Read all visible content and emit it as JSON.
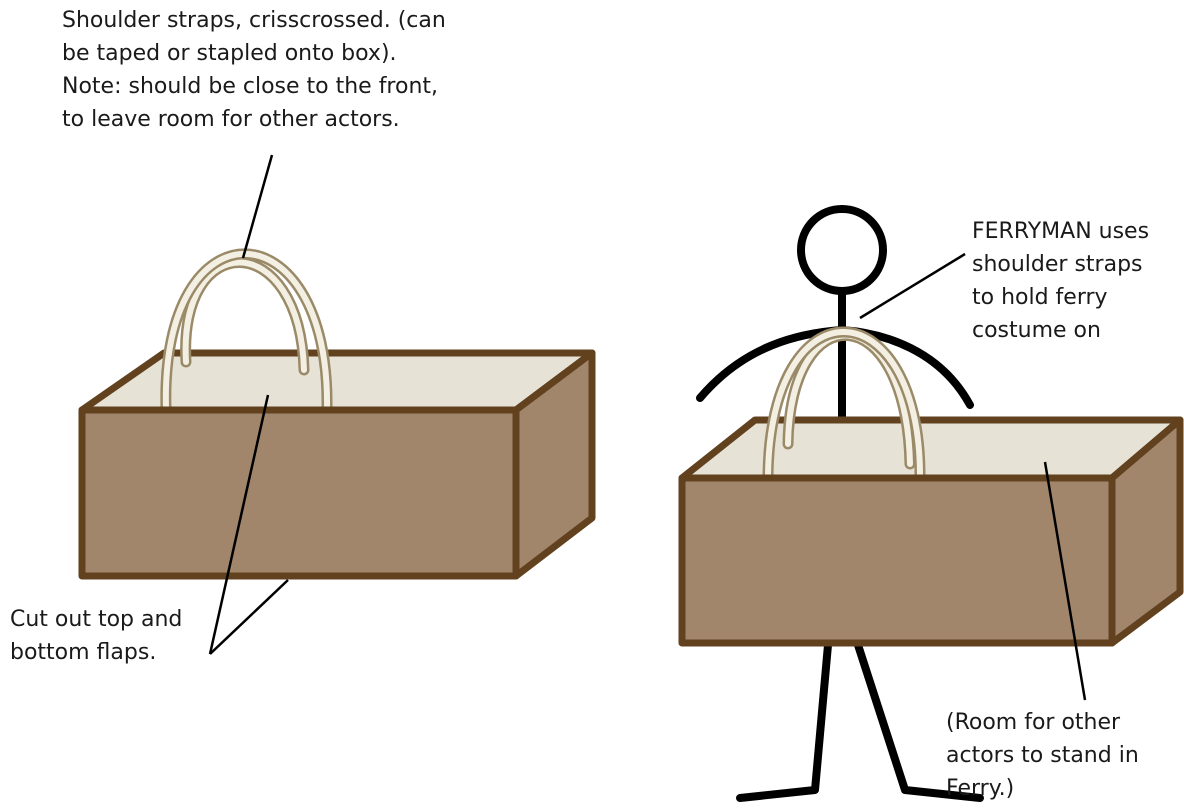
{
  "notes": {
    "straps": [
      "Shoulder straps, crisscrossed. (can",
      "be taped or stapled onto box).",
      "Note: should be close to the front,",
      "to leave room for other actors."
    ],
    "flaps": [
      "Cut out top and",
      "bottom flaps."
    ],
    "ferryman": [
      "FERRYMAN uses",
      "shoulder straps",
      "to hold ferry",
      "costume on"
    ],
    "room": [
      "(Room for other",
      "actors to stand in",
      "Ferry.)"
    ]
  },
  "colors": {
    "box_front": "#a1866c",
    "box_side": "#a1866c",
    "box_top": "#e6e3d6",
    "box_outline": "#62411f",
    "strap_fill": "#f3efe2",
    "strap_outline": "#9a8a68",
    "stroke": "#000000"
  }
}
